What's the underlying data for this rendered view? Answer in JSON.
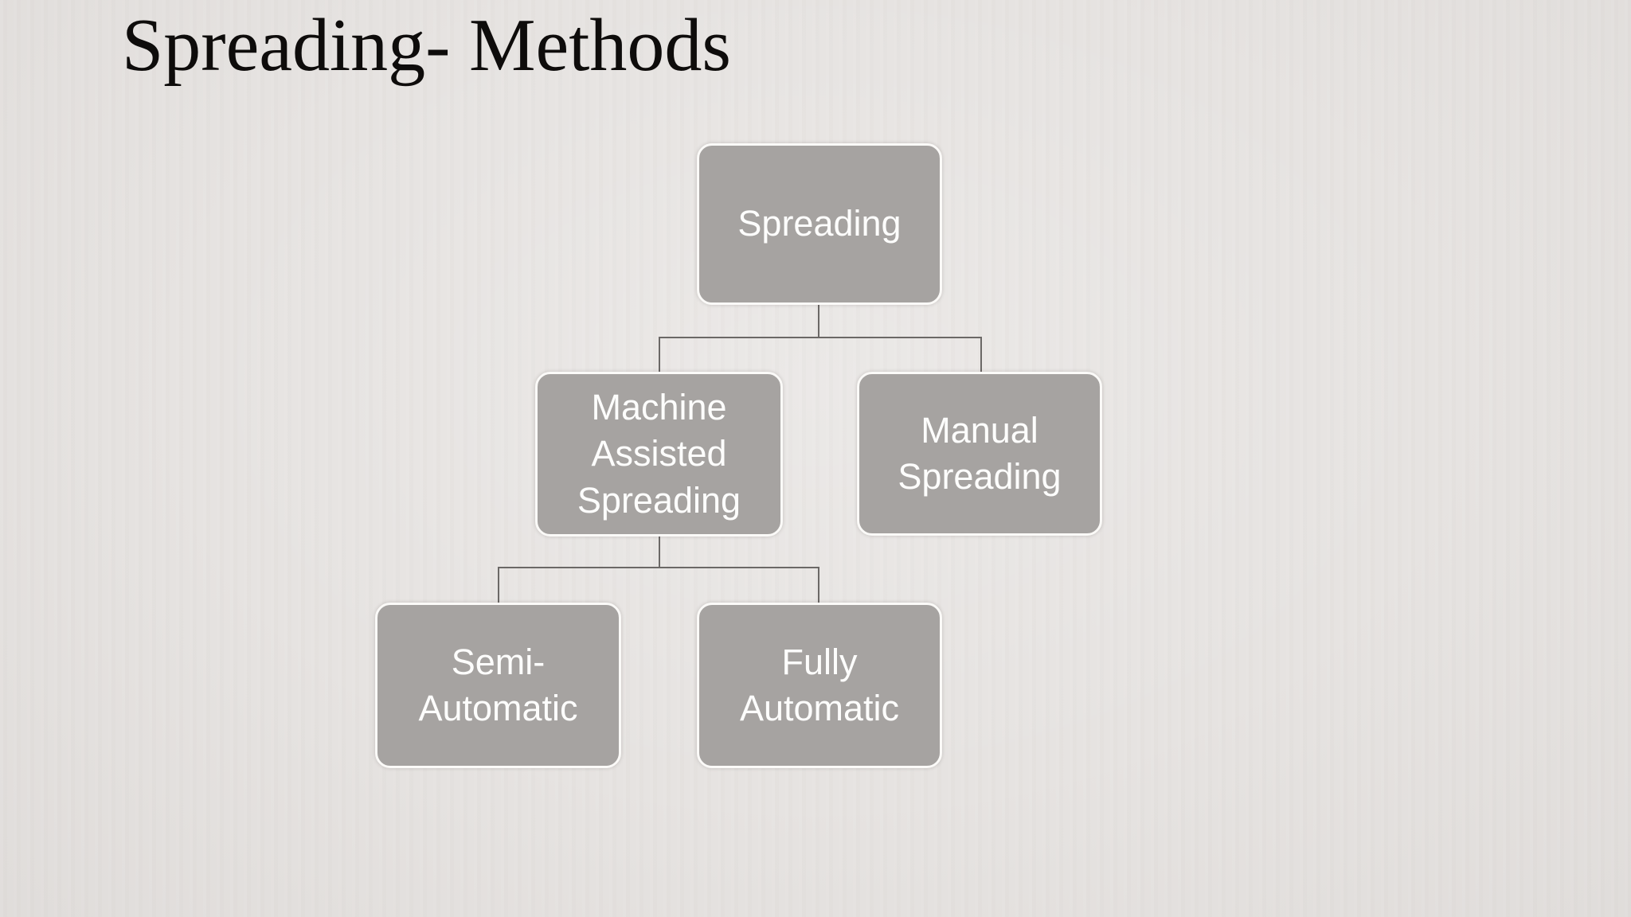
{
  "slide": {
    "title": "Spreading- Methods",
    "background_color": "#e6e3e1"
  },
  "diagram": {
    "type": "hierarchy-org-chart",
    "colors": {
      "node_fill": "#a6a3a1",
      "node_border": "#fbfaf8",
      "node_text": "#fdfdfc",
      "connector": "#6b6866",
      "title_text": "#0e0c0b"
    },
    "tree": {
      "label": "Spreading",
      "children": [
        {
          "label": "Machine Assisted Spreading",
          "children": [
            {
              "label": "Semi-Automatic"
            },
            {
              "label": "Fully Automatic"
            }
          ]
        },
        {
          "label": "Manual Spreading",
          "children": []
        }
      ]
    }
  }
}
